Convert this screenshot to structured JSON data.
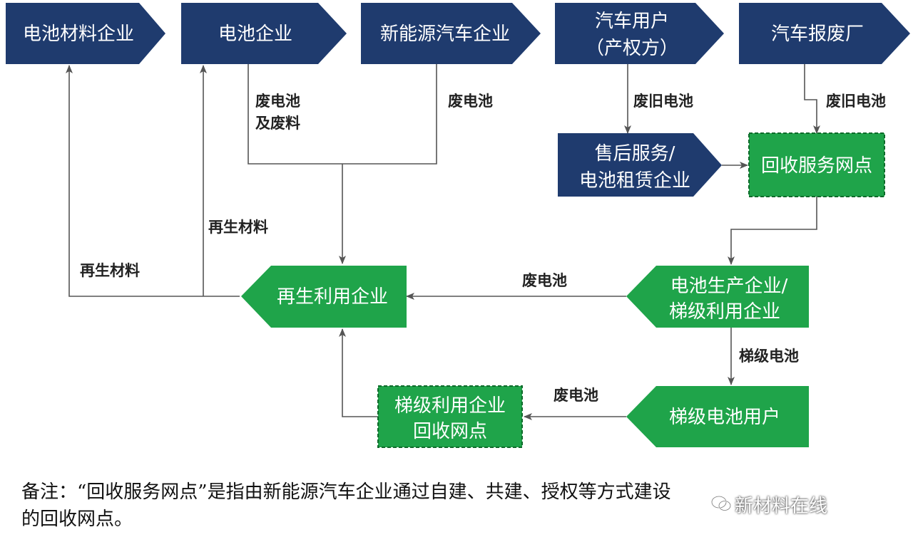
{
  "nodes": {
    "battery_material": "电池材料企业",
    "battery_company": "电池企业",
    "nev_company": "新能源汽车企业",
    "car_user": [
      "汽车用户",
      "（产权方）"
    ],
    "scrap_plant": "汽车报废厂",
    "after_sales": [
      "售后服务/",
      "电池租赁企业"
    ],
    "recycle_outlet": "回收服务网点",
    "recycle_enterprise": "再生利用企业",
    "cascade_producer": [
      "电池生产企业/",
      "梯级利用企业"
    ],
    "cascade_user": "梯级电池用户",
    "cascade_outlet": [
      "梯级利用企业",
      "回收网点"
    ]
  },
  "edges": {
    "waste_battery_and_scrap": [
      "废电池",
      "及废料"
    ],
    "waste_battery_nev": "废电池",
    "old_battery_user": "废旧电池",
    "old_battery_scrap": "废旧电池",
    "recycled_material_1": "再生材料",
    "recycled_material_2": "再生材料",
    "waste_battery_producer": "废电池",
    "cascade_battery": "梯级电池",
    "waste_battery_cascade": "废电池"
  },
  "note": {
    "line1": "备注：“回收服务网点”是指由新能源汽车企业通过自建、共建、授权等方式建设",
    "line2": "的回收网点。"
  },
  "watermark": "新材料在线",
  "colors": {
    "navy": "#1F3B6E",
    "green": "#1FA44A",
    "green_border": "#0E6A2A",
    "line": "#555555"
  }
}
